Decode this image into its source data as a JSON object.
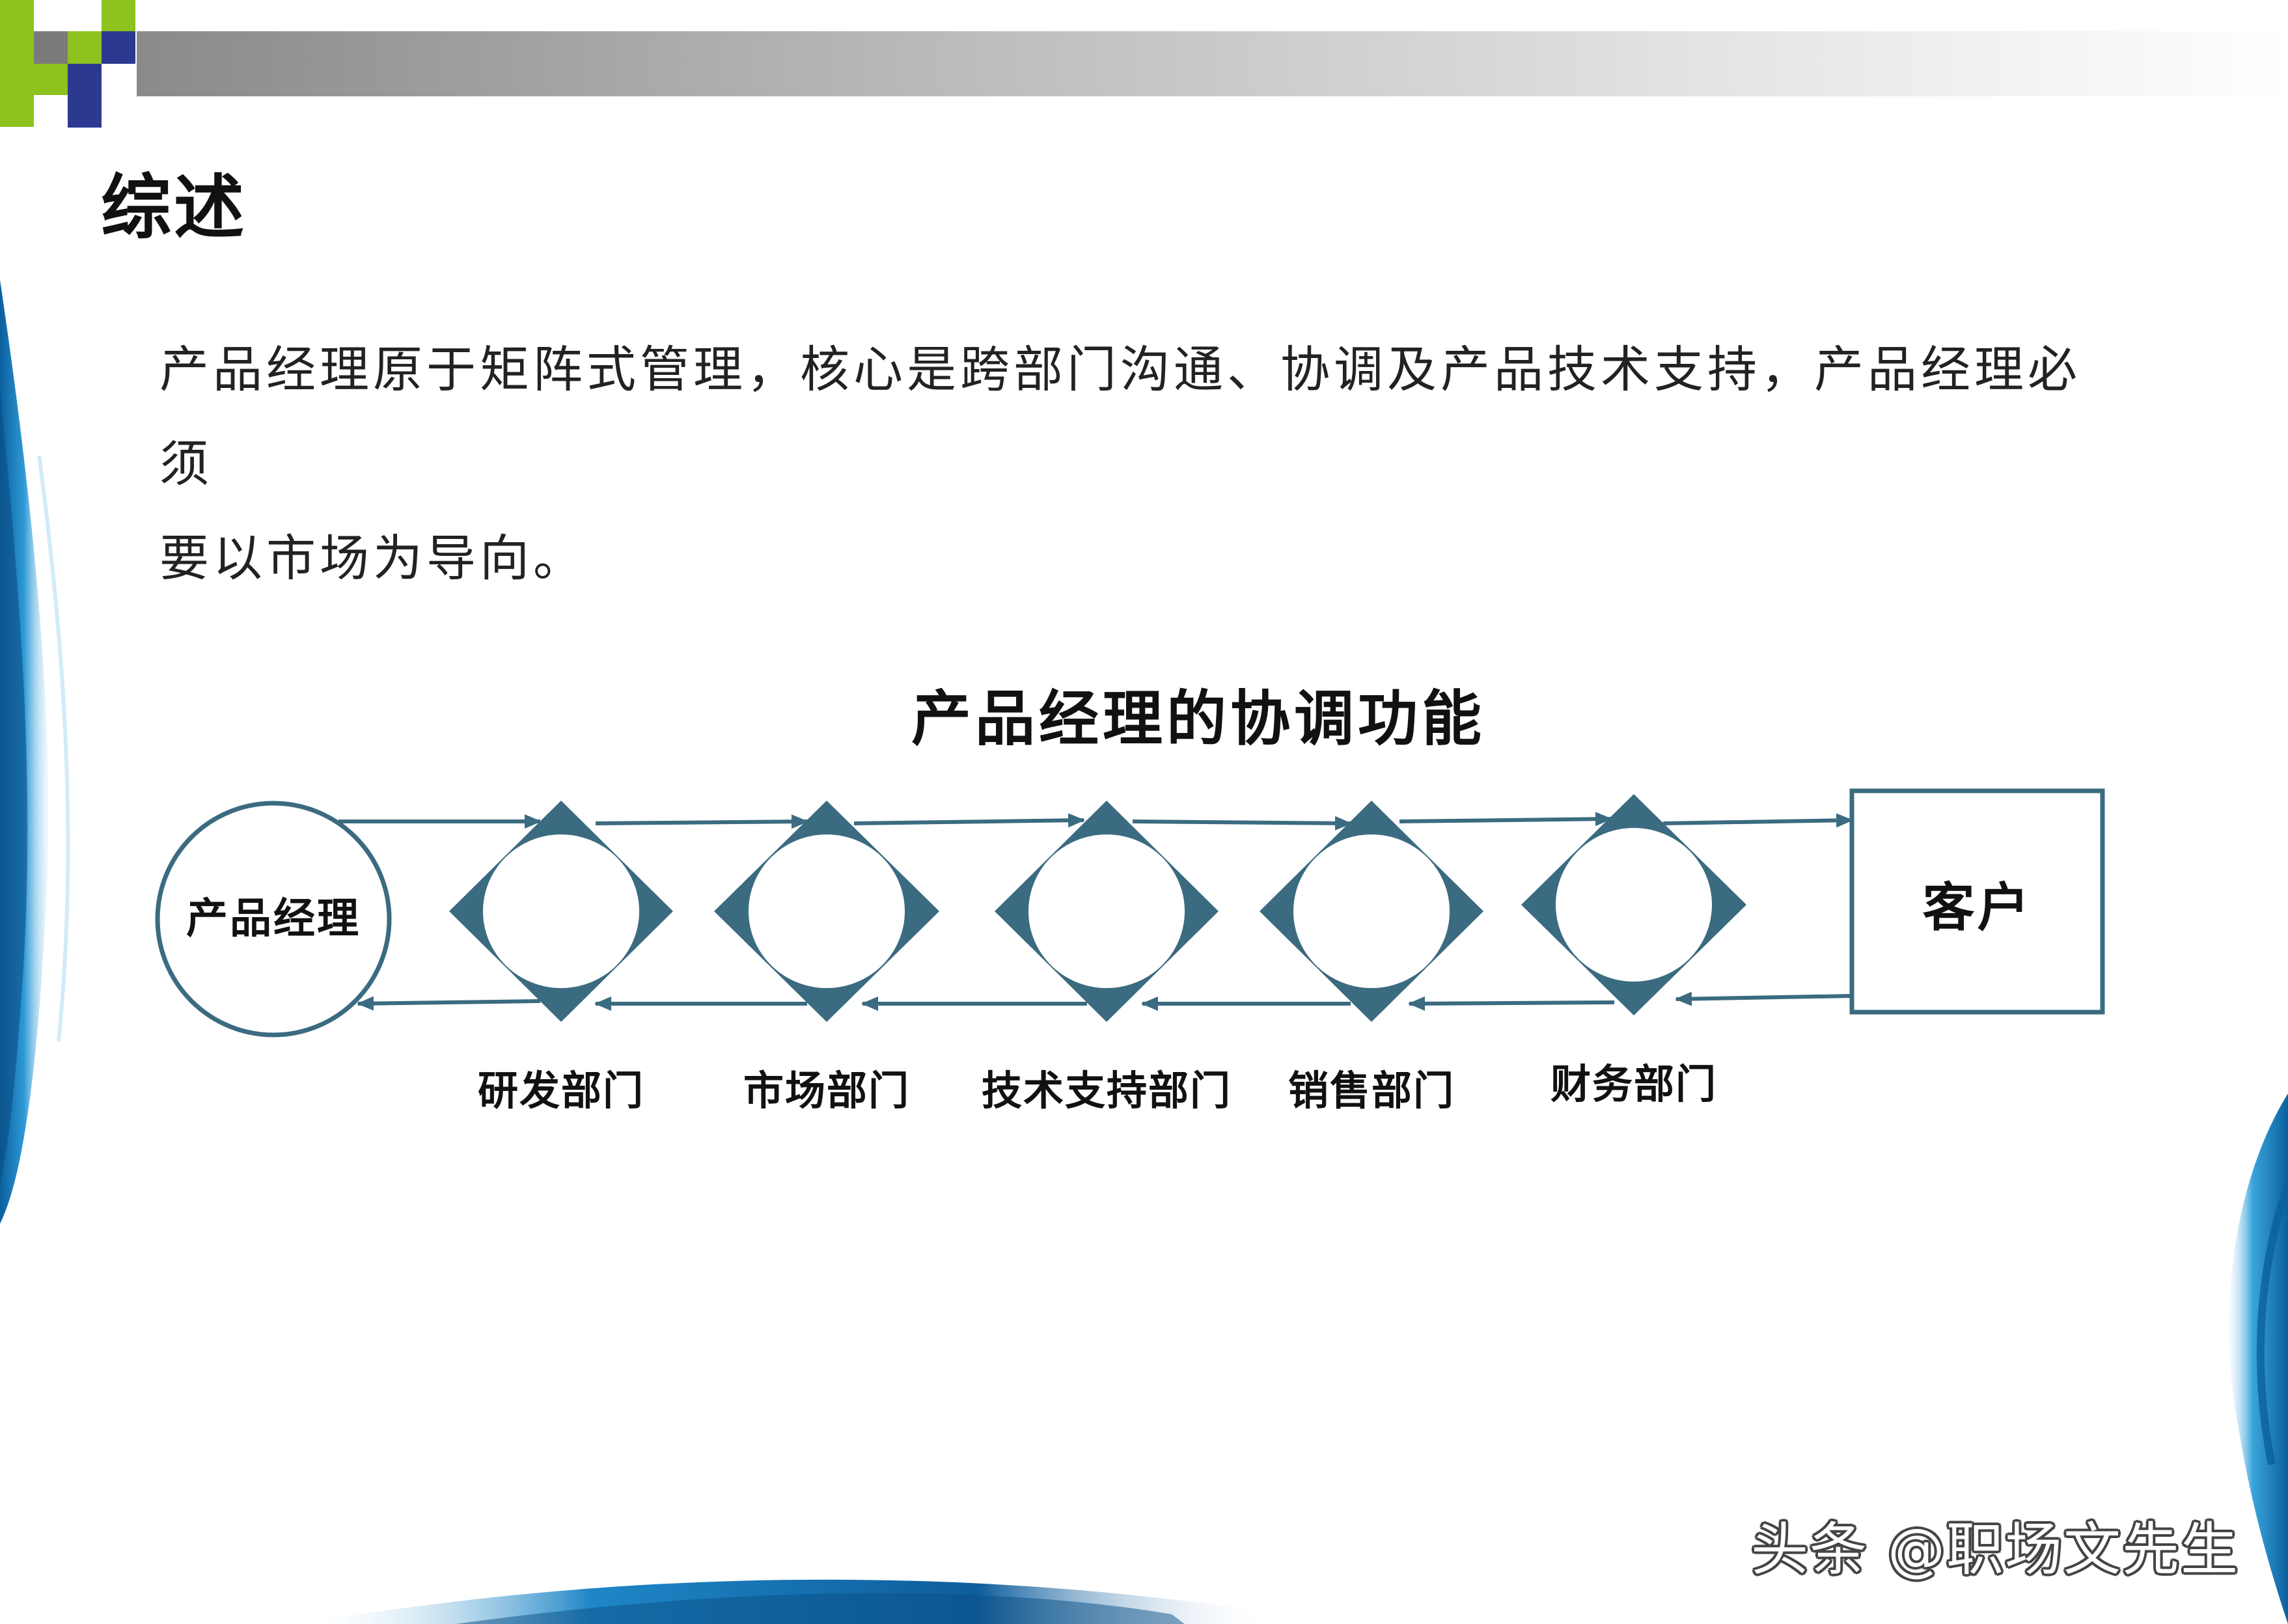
{
  "slide": {
    "title": "综述",
    "body_line1": "产品经理原于矩阵式管理，核心是跨部门沟通、协调及产品技术支持，产品经理必须",
    "body_line2": "要以市场为导向。"
  },
  "diagram": {
    "title": "产品经理的协调功能",
    "start_node": "产品经理",
    "end_node": "客户",
    "departments": [
      {
        "label": "研发部门"
      },
      {
        "label": "市场部门"
      },
      {
        "label": "技术支持部门"
      },
      {
        "label": "销售部门"
      },
      {
        "label": "财务部门"
      }
    ]
  },
  "colors": {
    "node_fill": "#3b6b80",
    "arrow": "#3b6b80",
    "accent_green": "#8dc21f",
    "accent_navy": "#2b3990",
    "wave_blue": "#1e88c8"
  },
  "watermark": "头条 @职场文先生"
}
